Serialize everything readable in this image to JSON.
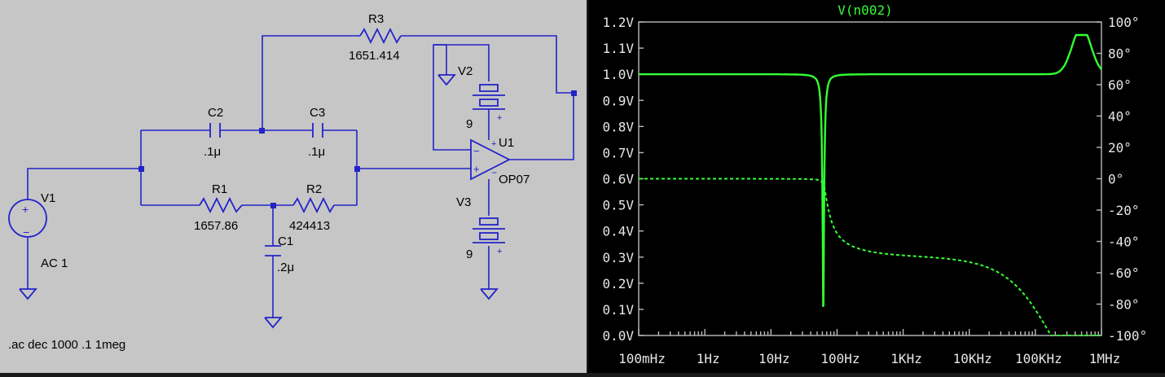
{
  "schematic": {
    "components": {
      "R3": {
        "name": "R3",
        "value": "1651.414"
      },
      "C2": {
        "name": "C2",
        "value": ".1μ"
      },
      "C3": {
        "name": "C3",
        "value": ".1μ"
      },
      "R1": {
        "name": "R1",
        "value": "1657.86"
      },
      "R2": {
        "name": "R2",
        "value": "424413"
      },
      "C1": {
        "name": "C1",
        "value": ".2μ"
      },
      "V1": {
        "name": "V1",
        "value": "AC 1"
      },
      "V2": {
        "name": "V2",
        "value": "9"
      },
      "V3": {
        "name": "V3",
        "value": "9"
      },
      "U1": {
        "name": "U1",
        "value": "OP07"
      }
    },
    "directive": ".ac dec 1000 .1 1meg"
  },
  "plot": {
    "title": "V(n002)",
    "trace_color": "#33ff33",
    "left_axis": [
      "0.0V",
      "0.1V",
      "0.2V",
      "0.3V",
      "0.4V",
      "0.5V",
      "0.6V",
      "0.7V",
      "0.8V",
      "0.9V",
      "1.0V",
      "1.1V",
      "1.2V"
    ],
    "right_axis": [
      "-100°",
      "-80°",
      "-60°",
      "-40°",
      "-20°",
      "0°",
      "20°",
      "40°",
      "60°",
      "80°",
      "100°"
    ],
    "x_axis": [
      "100mHz",
      "1Hz",
      "10Hz",
      "100Hz",
      "1KHz",
      "10KHz",
      "100KHz",
      "1MHz"
    ]
  }
}
